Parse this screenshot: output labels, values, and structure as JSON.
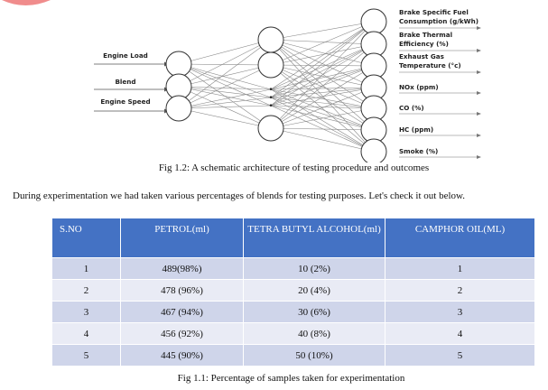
{
  "diagram": {
    "inputs": [
      "Engine Load",
      "Blend",
      "Engine Speed"
    ],
    "hidden_dots": "•",
    "outputs": [
      [
        "Brake Specific Fuel",
        "Consumption (g/kWh)"
      ],
      [
        "Brake Thermal",
        "Efficiency (%)"
      ],
      [
        "Exhaust Gas",
        "Temperature (°c)"
      ],
      [
        "NOx (ppm)"
      ],
      [
        "CO (%)"
      ],
      [
        "HC (ppm)"
      ],
      [
        "Smoke (%)"
      ]
    ],
    "caption": "Fig 1.2: A schematic architecture of testing procedure and outcomes"
  },
  "paragraph": "During experimentation we had taken various percentages of blends for testing purposes. Let's check it out below.",
  "table": {
    "headers": [
      "S.NO",
      "PETROL(ml)",
      "TETRA BUTYL ALCOHOL(ml)",
      "CAMPHOR OIL(ML)"
    ],
    "rows": [
      [
        "1",
        "489(98%)",
        "10 (2%)",
        "1"
      ],
      [
        "2",
        "478 (96%)",
        "20 (4%)",
        "2"
      ],
      [
        "3",
        "467 (94%)",
        "30 (6%)",
        "3"
      ],
      [
        "4",
        "456 (92%)",
        "40 (8%)",
        "4"
      ],
      [
        "5",
        "445 (90%)",
        "50 (10%)",
        "5"
      ]
    ],
    "caption": "Fig 1.1: Percentage of samples taken for experimentation"
  },
  "colors": {
    "header_bg": "#4472c4",
    "row_odd": "#cfd5ea",
    "row_even": "#e9ebf5",
    "logo_arc": "#f08c8c"
  }
}
